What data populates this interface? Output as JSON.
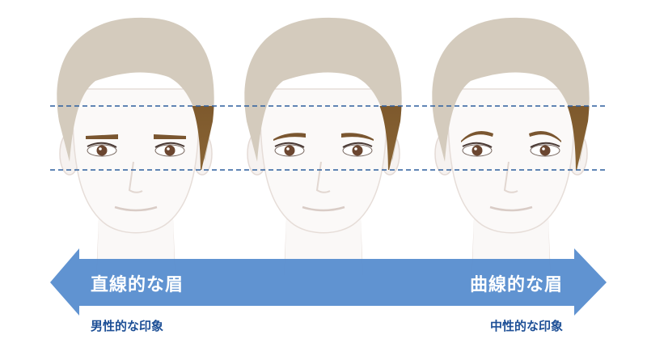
{
  "arrow": {
    "left_label": "直線的な眉",
    "right_label": "曲線的な眉",
    "color": "#5b8fcf"
  },
  "impressions": {
    "left": "男性的な印象",
    "right": "中性的な印象",
    "color": "#1d4f96"
  },
  "faces": [
    {
      "eyebrow": "straight"
    },
    {
      "eyebrow": "slightly-curved"
    },
    {
      "eyebrow": "curved"
    }
  ],
  "guide_line_color": "#2d5f9e"
}
